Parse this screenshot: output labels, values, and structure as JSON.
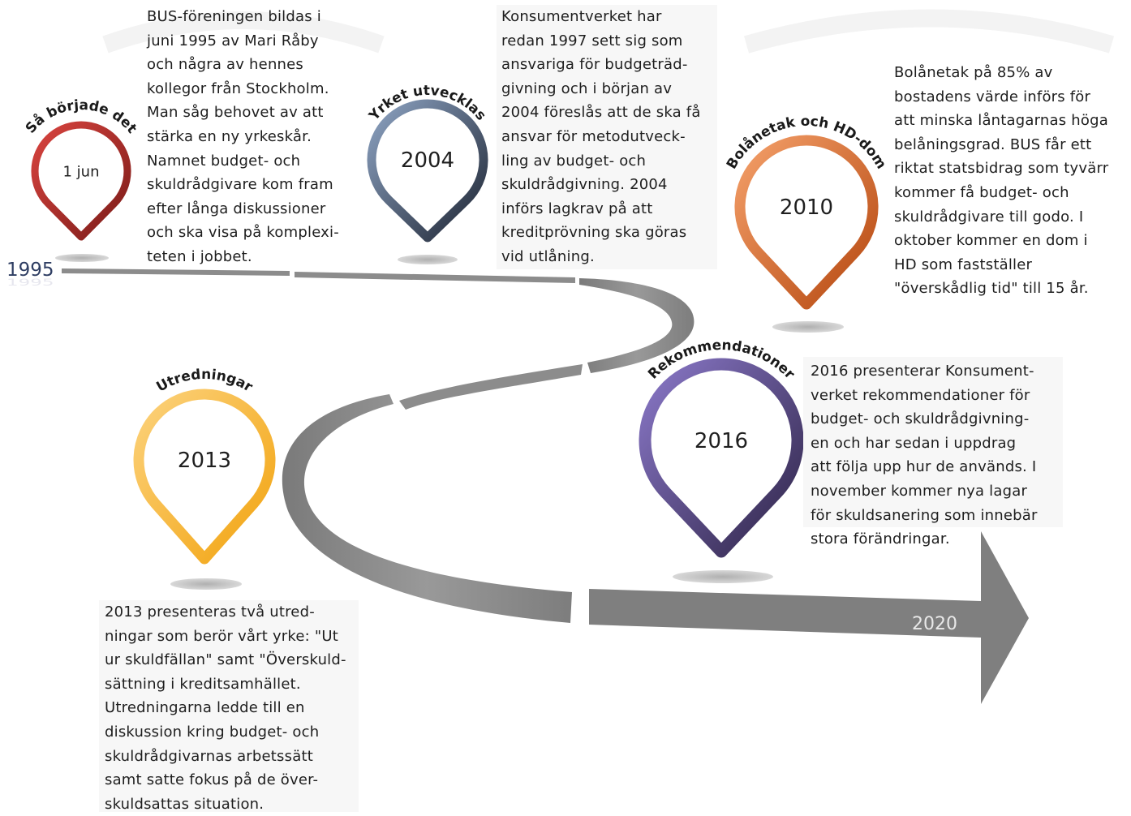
{
  "axis": {
    "start_label": "1995",
    "end_label": "2020"
  },
  "events": [
    {
      "id": "sa-borjade-det",
      "arc_title": "Så började det",
      "pin_label": "1 jun",
      "color_light": "#d9443f",
      "color_dark": "#7a1b18"
    },
    {
      "id": "yrket-utvecklas",
      "arc_title": "Yrket utvecklas",
      "pin_label": "2004",
      "color_light": "#8da3c2",
      "color_dark": "#1e2533"
    },
    {
      "id": "bolanetak",
      "arc_title": "Bolånetak och HD-dom",
      "pin_label": "2010",
      "color_light": "#f4a06a",
      "color_dark": "#b5470f"
    },
    {
      "id": "utredningar",
      "arc_title": "Utredningar",
      "pin_label": "2013",
      "color_light": "#fcd27c",
      "color_dark": "#f2a30f"
    },
    {
      "id": "rekommendationer",
      "arc_title": "Rekommendationer",
      "pin_label": "2016",
      "color_light": "#8a78c8",
      "color_dark": "#2e2447"
    }
  ],
  "texts": {
    "block_1995": [
      "BUS-föreningen bildas i",
      "juni 1995 av Mari Råby",
      "och några av hennes",
      "kollegor från Stockholm.",
      "Man såg behovet av att",
      "stärka en ny yrkeskår.",
      "Namnet budget- och",
      "skuldrådgivare kom fram",
      "efter långa diskussioner",
      "och ska visa på komplexi-",
      "teten i jobbet."
    ],
    "block_2004": [
      "Konsumentverket har",
      "redan 1997 sett sig som",
      "ansvariga för budgeträd-",
      "givning och i början av",
      "2004 föreslås att de ska få",
      "ansvar för metodutveck-",
      "ling av budget- och",
      "skuldrådgivning. 2004",
      "införs lagkrav på att",
      "kreditprövning ska göras",
      "vid utlåning."
    ],
    "block_2010": [
      "Bolånetak på 85% av",
      "bostadens värde införs för",
      "att minska låntagarnas höga",
      "belåningsgrad. BUS får ett",
      "riktat statsbidrag som tyvärr",
      "kommer få budget- och",
      "skuldrådgivare till godo. I",
      "oktober kommer en dom i",
      "HD som fastställer",
      "\"överskådlig tid\" till 15 år."
    ],
    "block_2016": [
      "2016 presenterar Konsument-",
      "verket rekommendationer för",
      "budget- och skuldrådgivning-",
      "en och har sedan i uppdrag",
      "att följa upp hur de används. I",
      "november kommer nya lagar",
      "för skuldsanering som innebär",
      "stora förändringar."
    ],
    "block_2013": [
      "2013 presenteras två utred-",
      "ningar som berör vårt yrke: \"Ut",
      "ur skuldfällan\" samt \"Överskuld-",
      "sättning i kreditsamhället.",
      "Utredningarna ledde till en",
      "diskussion kring budget- och",
      "skuldrådgivarnas arbetssätt",
      "samt satte fokus på de över-",
      "skuldsattas situation."
    ]
  }
}
